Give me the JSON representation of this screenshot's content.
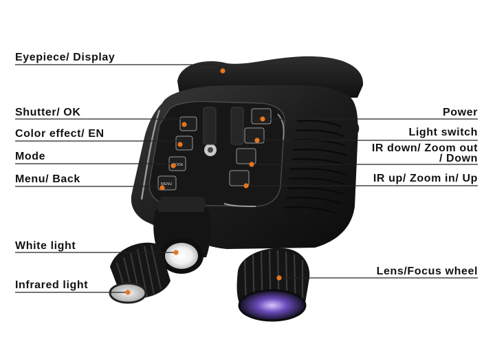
{
  "labels": {
    "left": {
      "eyepiece": "Eyepiece/ Display",
      "shutter": "Shutter/ OK",
      "color_effect": "Color effect/ EN",
      "mode": "Mode",
      "menu": "Menu/ Back",
      "white_light": "White light",
      "infrared": "Infrared light"
    },
    "right": {
      "power": "Power",
      "light_switch": "Light switch",
      "ir_down_1": "IR down/ Zoom out",
      "ir_down_2": "/ Down",
      "ir_up": "IR up/ Zoom in/ Up",
      "lens": "Lens/Focus wheel"
    }
  },
  "button_marks": {
    "mode": "MODE",
    "menu": "MENU"
  },
  "colors": {
    "marker": "#e8761e",
    "leader_line": "#222222",
    "body": "#1b1b1b"
  }
}
